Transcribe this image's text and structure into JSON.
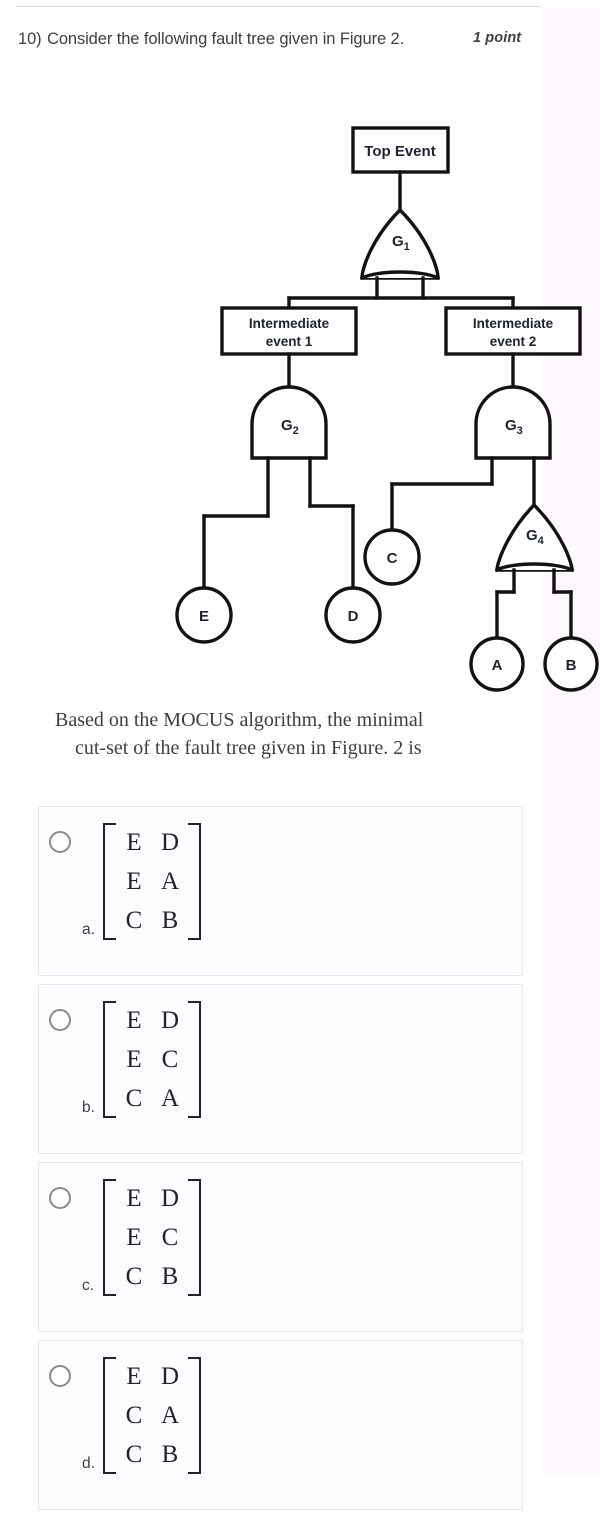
{
  "question": {
    "number": "10)",
    "text": "Consider the following fault tree given in Figure 2.",
    "points_label": "1 point"
  },
  "figure": {
    "top_event": "Top Event",
    "intermediate_event_1_line1": "Intermediate",
    "intermediate_event_1_line2": "event 1",
    "intermediate_event_2_line1": "Intermediate",
    "intermediate_event_2_line2": "event 2",
    "gates": [
      {
        "id": "G1",
        "label": "G",
        "sub": "1",
        "type": "or"
      },
      {
        "id": "G2",
        "label": "G",
        "sub": "2",
        "type": "and"
      },
      {
        "id": "G3",
        "label": "G",
        "sub": "3",
        "type": "and"
      },
      {
        "id": "G4",
        "label": "G",
        "sub": "4",
        "type": "or"
      }
    ],
    "basic_events": [
      {
        "id": "E",
        "label": "E"
      },
      {
        "id": "D",
        "label": "D"
      },
      {
        "id": "C",
        "label": "C"
      },
      {
        "id": "A",
        "label": "A"
      },
      {
        "id": "B",
        "label": "B"
      }
    ]
  },
  "prompt": {
    "line1": "Based on the MOCUS algorithm, the minimal",
    "line2": "cut-set of the fault tree given in Figure. 2 is"
  },
  "options": [
    {
      "letter": "a.",
      "selected": false,
      "matrix": [
        [
          "E",
          "D"
        ],
        [
          "E",
          "A"
        ],
        [
          "C",
          "B"
        ]
      ]
    },
    {
      "letter": "b.",
      "selected": false,
      "matrix": [
        [
          "E",
          "D"
        ],
        [
          "E",
          "C"
        ],
        [
          "C",
          "A"
        ]
      ]
    },
    {
      "letter": "c.",
      "selected": false,
      "matrix": [
        [
          "E",
          "D"
        ],
        [
          "E",
          "C"
        ],
        [
          "C",
          "B"
        ]
      ]
    },
    {
      "letter": "d.",
      "selected": false,
      "matrix": [
        [
          "E",
          "D"
        ],
        [
          "C",
          "A"
        ],
        [
          "C",
          "B"
        ]
      ]
    }
  ],
  "colors": {
    "text": "#3c4043",
    "diagram_stroke": "#121212",
    "card_border": "#e9e6ec",
    "card_bg": "#fefcff",
    "tint": "#fdf8fd"
  }
}
